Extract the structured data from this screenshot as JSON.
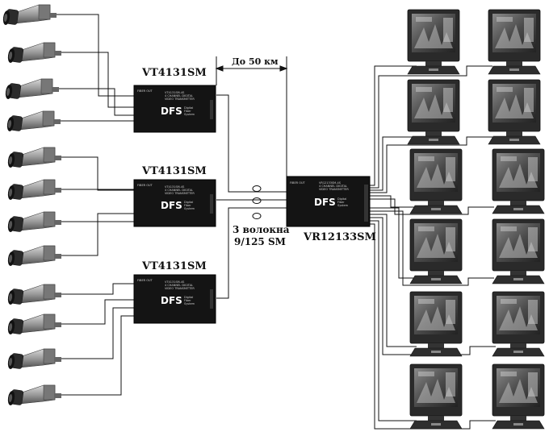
{
  "transmitters": [
    {
      "label": "VT4131SM",
      "model": "VT4131SM-4S",
      "desc1": "4 CHANNEL DIGITAL",
      "desc2": "VIDEO TRANSMITTER"
    },
    {
      "label": "VT4131SM",
      "model": "VT4131SM-4S",
      "desc1": "4 CHANNEL DIGITAL",
      "desc2": "VIDEO TRANSMITTER"
    },
    {
      "label": "VT4131SM",
      "model": "VT4131SM-4S",
      "desc1": "4 CHANNEL DIGITAL",
      "desc2": "VIDEO TRANSMITTER"
    }
  ],
  "receiver": {
    "label": "VR12133SM",
    "model": "VR12133SM-4S",
    "desc1": "4 CHANNEL DIGITAL",
    "desc2": "VIDEO TRANSMITTER"
  },
  "device_brand": {
    "logo": "DFS",
    "line1": "Digital",
    "line2": "Fiber",
    "line3": "System"
  },
  "device_port_label": "FIBER OUT",
  "distance_label": "До 50 км",
  "fiber_label_line1": "3 волокна",
  "fiber_label_line2": "9/125 SM",
  "camera_count": 12,
  "monitor_count": 12
}
